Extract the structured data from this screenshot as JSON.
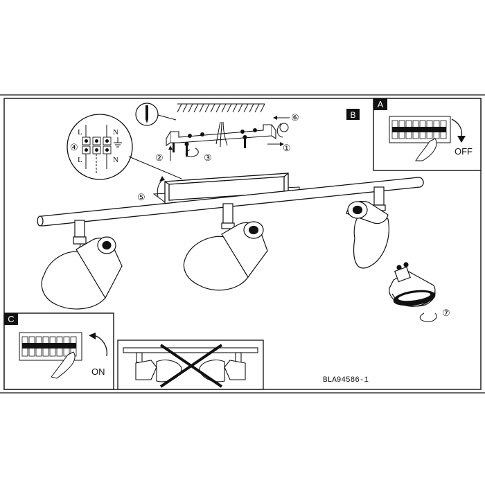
{
  "panel_labels": {
    "a": "A",
    "b": "B",
    "c": "C"
  },
  "panel_a": {
    "switch_state": "OFF"
  },
  "panel_c": {
    "switch_state": "ON"
  },
  "wiring_terminal": {
    "top_left": "L",
    "top_right": "N",
    "bottom_left": "L",
    "bottom_right": "N"
  },
  "steps": {
    "s1": "①",
    "s2": "②",
    "s3": "③",
    "s4": "④",
    "s5": "⑤",
    "s6": "⑥",
    "s7": "⑦"
  },
  "model_code": "BLA94586-1",
  "colors": {
    "ink": "#111111",
    "background": "#ffffff"
  }
}
